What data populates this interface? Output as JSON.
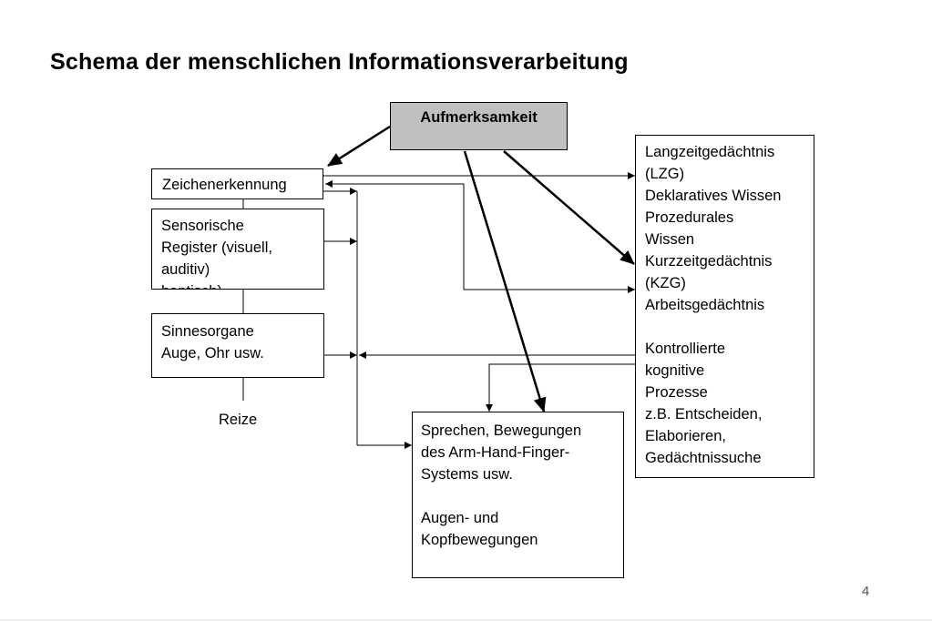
{
  "title": "Schema der menschlichen Informationsverarbeitung",
  "attention": "Aufmerksamkeit",
  "zeichenerkennung": "Zeichenerkennung",
  "sensorische_register": [
    "Sensorische",
    "Register (visuell,",
    "auditiv)",
    "haptisch)"
  ],
  "sinnesorgane": [
    "Sinnesorgane",
    "Auge, Ohr usw."
  ],
  "reize": "Reize",
  "motorik": {
    "lines1": [
      "Sprechen, Bewegungen",
      "des Arm-Hand-Finger-",
      "Systems usw."
    ],
    "lines2": [
      "Augen- und",
      "Kopfbewegungen"
    ]
  },
  "gedaechtnis": {
    "lzg": [
      "Langzeitgedächtnis",
      "(LZG)",
      "Deklaratives Wissen",
      "Prozedurales",
      "Wissen"
    ],
    "kzg": [
      "Kurzzeitgedächtnis",
      "(KZG)",
      "Arbeitsgedächtnis"
    ],
    "prozesse": [
      "Kontrollierte",
      "kognitive",
      "Prozesse",
      "z.B. Entscheiden,",
      "Elaborieren,",
      "Gedächtnissuche"
    ]
  },
  "page_number": "4"
}
